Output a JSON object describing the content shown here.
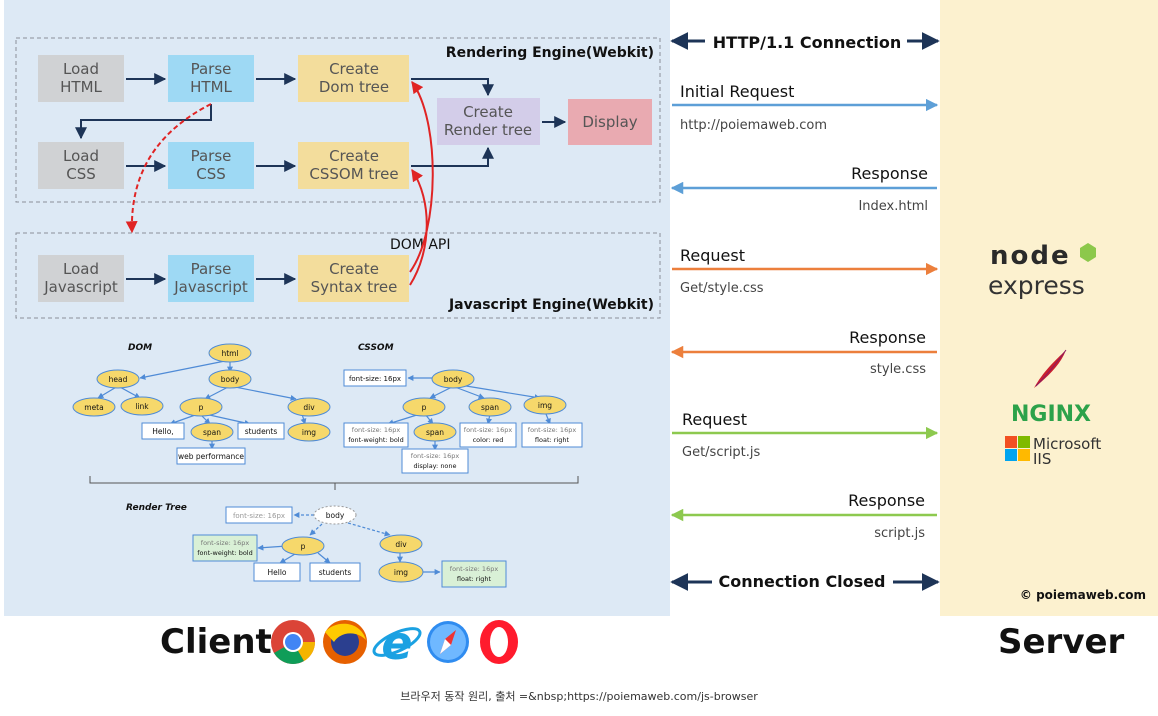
{
  "rendering_engine": {
    "title": "Rendering Engine(Webkit)",
    "load_html": "Load HTML",
    "parse_html": "Parse HTML",
    "create_dom": "Create Dom tree",
    "load_css": "Load CSS",
    "parse_css": "Parse CSS",
    "create_cssom": "Create CSSOM tree",
    "create_render": "Create Render tree",
    "display": "Display"
  },
  "js_engine": {
    "title": "Javascript Engine(Webkit)",
    "dom_api": "DOM API",
    "load_js": "Load Javascript",
    "parse_js": "Parse Javascript",
    "create_syntax": "Create Syntax  tree"
  },
  "dom_tree": {
    "label": "DOM",
    "html": "html",
    "head": "head",
    "body": "body",
    "meta": "meta",
    "link": "link",
    "p": "p",
    "div": "div",
    "hello": "Hello,",
    "span": "span",
    "students": "students",
    "img": "img",
    "web_performance": "web performance"
  },
  "cssom_tree": {
    "label": "CSSOM",
    "body": "body",
    "root_style": "font-size: 16px",
    "p": "p",
    "span": "span",
    "img": "img",
    "p_style_1": "font-size: 16px",
    "p_style_2": "font-weight: bold",
    "span_style_1": "font-size: 16px",
    "span_style_2": "color: red",
    "img_style_1": "font-size: 16px",
    "img_style_2": "float: right",
    "span2_style_1": "font-size: 16px",
    "span2_style_2": "display: none"
  },
  "render_tree": {
    "label": "Render Tree",
    "body": "body",
    "body_style": "font-size: 16px",
    "p": "p",
    "div": "div",
    "p_style_1": "font-size: 16px",
    "p_style_2": "font-weight: bold",
    "hello": "Hello",
    "students": "students",
    "img": "img",
    "img_style_1": "font-size: 16px",
    "img_style_2": "float: right"
  },
  "network": {
    "connection": "HTTP/1.1 Connection",
    "initial_request": "Initial Request",
    "initial_url": "http://poiemaweb.com",
    "response1": "Response",
    "response1_file": "Index.html",
    "request2": "Request",
    "request2_path": "Get/style.css",
    "response2": "Response",
    "response2_file": "style.css",
    "request3": "Request",
    "request3_path": "Get/script.js",
    "response3": "Response",
    "response3_file": "script.js",
    "closed": "Connection Closed"
  },
  "server_panel": {
    "node": "node",
    "express": "express",
    "nginx": "NGINX",
    "microsoft": "Microsoft",
    "iis": "IIS",
    "copyright": "© poiemaweb.com"
  },
  "client_label": "Client",
  "server_label": "Server",
  "caption": "브라우저 동작 원리, 출처 =&nbsp;https://poiemaweb.com/js-browser",
  "colors": {
    "client_bg": "#dde9f5",
    "server_bg": "#fcf1cf",
    "gray_box": "#d0d2d4",
    "blue_box": "#9ed9f4",
    "yellow_box": "#f3dd9c",
    "purple_box": "#d3cde9",
    "pink_box": "#e9aab1",
    "navy": "#1d3457",
    "blue_line": "#5d9fd7",
    "orange_line": "#ec7f3c",
    "green_line": "#8dc94f",
    "red_arrow": "#e02424",
    "node_ellipse": "#f6d86b",
    "cssom_box_stroke": "#4f8bd6"
  },
  "icons": [
    "chrome-icon",
    "firefox-icon",
    "ie-icon",
    "safari-icon",
    "opera-icon",
    "nodejs-logo",
    "apache-feather-icon",
    "nginx-logo",
    "microsoft-logo"
  ]
}
